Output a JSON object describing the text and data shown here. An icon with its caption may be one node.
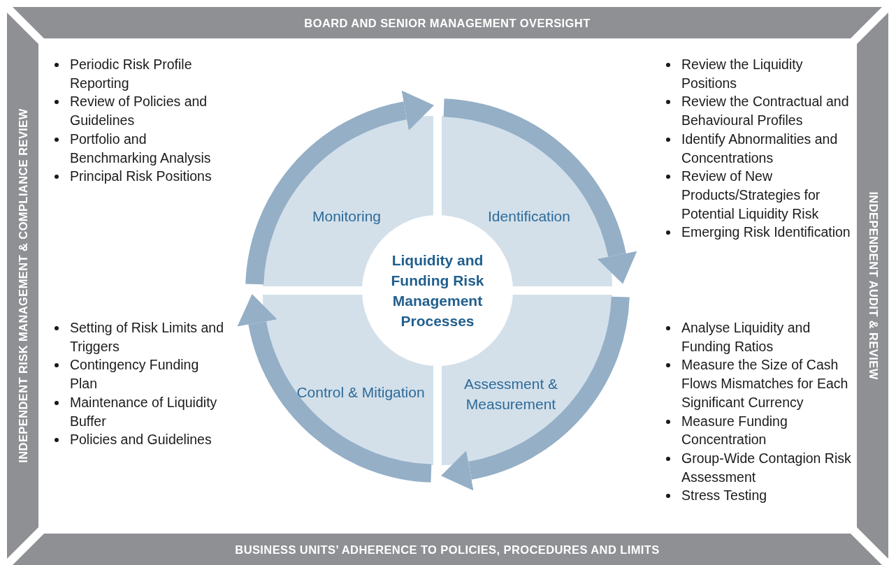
{
  "diagram": {
    "nodes": [
      {
        "text": [
          "BOARD AND SENIOR MANAGEMENT OVERSIGHT"
        ]
      },
      {
        "text": [
          "INDEPENDENT RISK MANAGEMENT & COMPLIANCE REVIEW"
        ]
      },
      {
        "text": [
          "INDEPENDENT AUDIT & REVIEW"
        ]
      },
      {
        "text": [
          "BUSINESS UNITS’ ADHERENCE TO POLICIES, PROCEDURES AND LIMITS"
        ]
      },
      {
        "text": [
          "Monitoring"
        ]
      },
      {
        "text": [
          "Identification"
        ]
      },
      {
        "text": [
          "Liquidity and Funding Risk Management Processes"
        ]
      },
      {
        "text": [
          "Control & Mitigation"
        ]
      },
      {
        "text": [
          "Assessment & Measurement"
        ]
      }
    ],
    "edges": [
      {
        "from": 4,
        "to": 5,
        "arrow": "to"
      },
      {
        "from": 5,
        "to": 8,
        "arrow": "to"
      },
      {
        "from": 8,
        "to": 7,
        "arrow": "to"
      },
      {
        "from": 7,
        "to": 4,
        "arrow": "to"
      }
    ],
    "labels": [
      "Periodic Risk Profile Reporting",
      "Review of Policies and Guidelines",
      "Portfolio and Benchmarking Analysis",
      "Principal Risk Positions",
      "Review the Liquidity Positions",
      "Review the Contractual and Behavioural Profiles",
      "Identify Abnormalities and Concentrations",
      "Review of New Products/Strategies for Potential Liquidity Risk",
      "Emerging Risk Identification",
      "Setting of Risk Limits and Triggers",
      "Contingency Funding Plan",
      "Maintenance of Liquidity Buffer",
      "Policies and Guidelines",
      "Analyse Liquidity and Funding Ratios",
      "Measure the Size of Cash Flows Mismatches for Each Significant Currency",
      "Measure Funding Concentration",
      "Group-Wide Contagion Risk Assessment",
      "Stress Testing"
    ]
  }
}
